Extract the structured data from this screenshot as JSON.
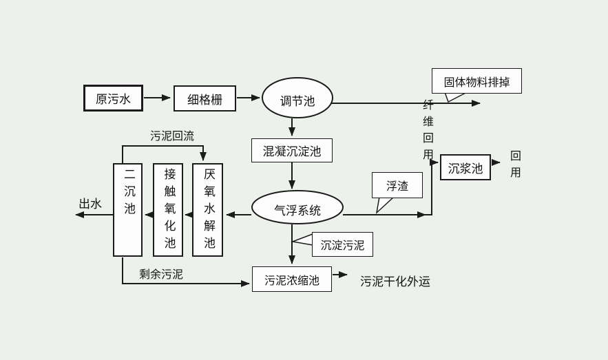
{
  "colors": {
    "background": "#edf1eb",
    "line": "#1b1b1b",
    "box_fill": "#fdfdfd"
  },
  "nodes": {
    "raw_sewage": "原污水",
    "fine_screen": "细格栅",
    "regulating_tank": "调节池",
    "coagulation_sedimentation_tank": "混凝沉淀池",
    "air_flotation_system": "气浮系统",
    "anaerobic_hydrolysis_tank": "厌氧水解池",
    "contact_oxidation_tank": "接触氧化池",
    "secondary_sedimentation_tank": "二沉池",
    "slurry_sedimentation_tank": "沉浆池",
    "sludge_thickening_tank": "污泥浓缩池"
  },
  "callouts": {
    "solids_discharge": "固体物料排掉",
    "scum": "浮渣",
    "settled_sludge": "沉淀污泥"
  },
  "labels": {
    "sludge_return": "污泥回流",
    "effluent": "出水",
    "excess_sludge": "剩余污泥",
    "fiber_reuse": "纤维回用",
    "reuse": "回用",
    "sludge_drying_transport": "污泥干化外运"
  }
}
